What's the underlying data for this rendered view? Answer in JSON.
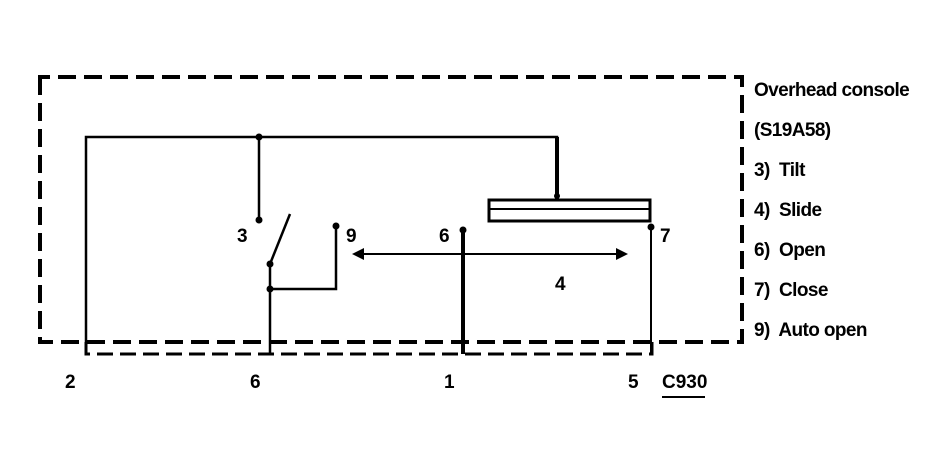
{
  "legend": {
    "title": "Overhead console",
    "code": "(S19A58)",
    "items": [
      "3)  Tilt",
      "4)  Slide",
      "6)  Open",
      "7)  Close",
      "9)  Auto open"
    ]
  },
  "switch_pins": {
    "tilt": "3",
    "auto_open": "9",
    "open": "6",
    "close": "7",
    "slide": "4"
  },
  "connector": {
    "id": "C930",
    "pins": [
      "2",
      "6",
      "1",
      "5"
    ]
  },
  "colors": {
    "line": "#000000",
    "background": "#ffffff"
  }
}
